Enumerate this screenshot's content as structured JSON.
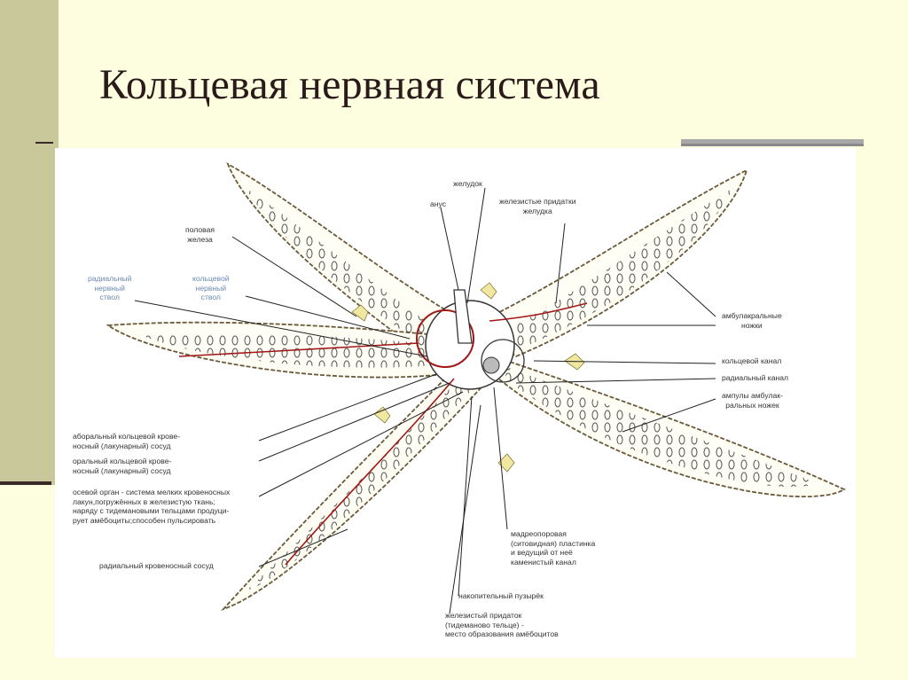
{
  "slide": {
    "title": "Кольцевая нервная система"
  },
  "labels": {
    "zheludok": [
      "желудок"
    ],
    "anus": [
      "анус"
    ],
    "pridatki": [
      "железистые придатки",
      "желудка"
    ],
    "polovaya": [
      "половая",
      "железа"
    ],
    "koltsevoy_stvol": [
      "кольцевой",
      "нервный",
      "ствол"
    ],
    "radialny_stvol": [
      "радиальный",
      "нервный",
      "ствол"
    ],
    "ambulakralnye_nozhki": [
      "амбулакральные",
      "ножки"
    ],
    "koltsevoy_kanal": [
      "кольцевой канал"
    ],
    "radialny_kanal": [
      "радиальный канал"
    ],
    "ampuly": [
      "ампулы амбулак-",
      "ральных ножек"
    ],
    "aboralny": [
      "аборальный кольцевой крове-",
      "носный (лакунарный) сосуд"
    ],
    "oralny": [
      "оральный кольцевой крове-",
      "носный (лакунарный) сосуд"
    ],
    "osevoy": [
      "осевой орган - система мелких кровеносных",
      "лакун,погружённых в железистую ткань;",
      "наряду с тидемановыми тельцами продуци-",
      "рует амёбоциты;способен пульсировать"
    ],
    "radialny_sosud": [
      "радиальный кровеносный сосуд"
    ],
    "madreporovaya": [
      "мадреопоровая",
      "(ситовидная) пластинка",
      "и ведущий от неё",
      "каменистый канал"
    ],
    "puzyrek": [
      "накопительный пузырёк"
    ],
    "tidemanovo": [
      "железистый придаток",
      "(тидеманово тельце) -",
      "место образования амёбоцитов"
    ]
  }
}
